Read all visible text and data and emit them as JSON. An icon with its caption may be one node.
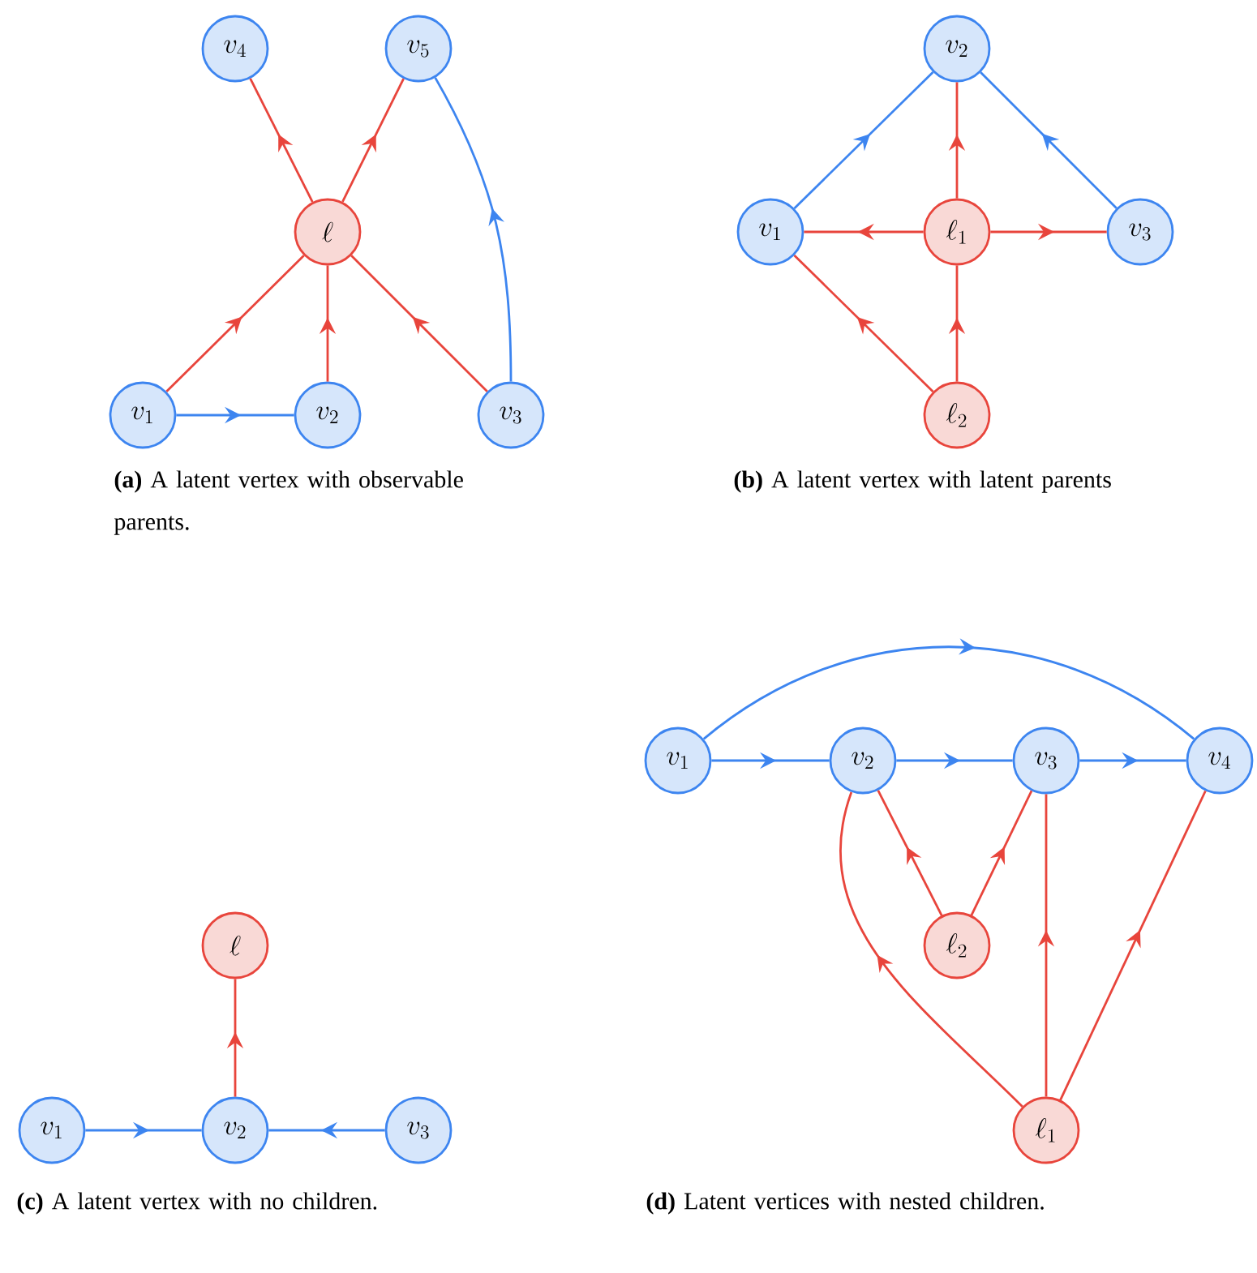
{
  "diagram": {
    "nodes": [
      {
        "text": [
          "v_4"
        ]
      },
      {
        "text": [
          "v_5"
        ]
      },
      {
        "text": [
          "\\ell"
        ]
      },
      {
        "text": [
          "v_1"
        ]
      },
      {
        "text": [
          "v_2"
        ]
      },
      {
        "text": [
          "v_3"
        ]
      },
      {
        "text": [
          "v_2"
        ]
      },
      {
        "text": [
          "v_1"
        ]
      },
      {
        "text": [
          "\\ell_1"
        ]
      },
      {
        "text": [
          "v_3"
        ]
      },
      {
        "text": [
          "\\ell_2"
        ]
      },
      {
        "text": [
          "\\ell"
        ]
      },
      {
        "text": [
          "v_1"
        ]
      },
      {
        "text": [
          "v_2"
        ]
      },
      {
        "text": [
          "v_3"
        ]
      },
      {
        "text": [
          "v_1"
        ]
      },
      {
        "text": [
          "v_2"
        ]
      },
      {
        "text": [
          "v_3"
        ]
      },
      {
        "text": [
          "v_4"
        ]
      },
      {
        "text": [
          "\\ell_2"
        ]
      },
      {
        "text": [
          "\\ell_1"
        ]
      }
    ],
    "edges": [
      {
        "from": 2,
        "to": 0,
        "arrow": "to"
      },
      {
        "from": 2,
        "to": 1,
        "arrow": "to"
      },
      {
        "from": 3,
        "to": 2,
        "arrow": "to"
      },
      {
        "from": 4,
        "to": 2,
        "arrow": "to"
      },
      {
        "from": 5,
        "to": 2,
        "arrow": "to"
      },
      {
        "from": 3,
        "to": 4,
        "arrow": "to",
        "color": "#3d85f0"
      },
      {
        "from": 5,
        "to": 1,
        "arrow": "to",
        "color": "#3d85f0"
      },
      {
        "from": 7,
        "to": 6,
        "arrow": "to",
        "color": "#3d85f0"
      },
      {
        "from": 9,
        "to": 6,
        "arrow": "to",
        "color": "#3d85f0"
      },
      {
        "from": 8,
        "to": 6,
        "arrow": "to"
      },
      {
        "from": 8,
        "to": 7,
        "arrow": "to"
      },
      {
        "from": 8,
        "to": 9,
        "arrow": "to"
      },
      {
        "from": 10,
        "to": 8,
        "arrow": "to"
      },
      {
        "from": 10,
        "to": 7,
        "arrow": "to"
      },
      {
        "from": 13,
        "to": 11,
        "arrow": "to"
      },
      {
        "from": 12,
        "to": 13,
        "arrow": "to",
        "color": "#3d85f0"
      },
      {
        "from": 14,
        "to": 13,
        "arrow": "to",
        "color": "#3d85f0"
      },
      {
        "from": 15,
        "to": 18,
        "arrow": "to",
        "color": "#3d85f0"
      },
      {
        "from": 15,
        "to": 16,
        "arrow": "to",
        "color": "#3d85f0"
      },
      {
        "from": 16,
        "to": 17,
        "arrow": "to",
        "color": "#3d85f0"
      },
      {
        "from": 17,
        "to": 18,
        "arrow": "to",
        "color": "#3d85f0"
      },
      {
        "from": 19,
        "to": 16,
        "arrow": "to"
      },
      {
        "from": 19,
        "to": 17,
        "arrow": "to"
      },
      {
        "from": 20,
        "to": 16,
        "arrow": "to"
      },
      {
        "from": 20,
        "to": 17,
        "arrow": "to"
      },
      {
        "from": 20,
        "to": 18,
        "arrow": "to"
      }
    ],
    "labels": [
      "**(a)** A latent vertex with observable parents.",
      "**(b)** A latent vertex with latent parents",
      "**(c)** A latent vertex with no children.",
      "**(d)** Latent vertices with nested children."
    ]
  }
}
